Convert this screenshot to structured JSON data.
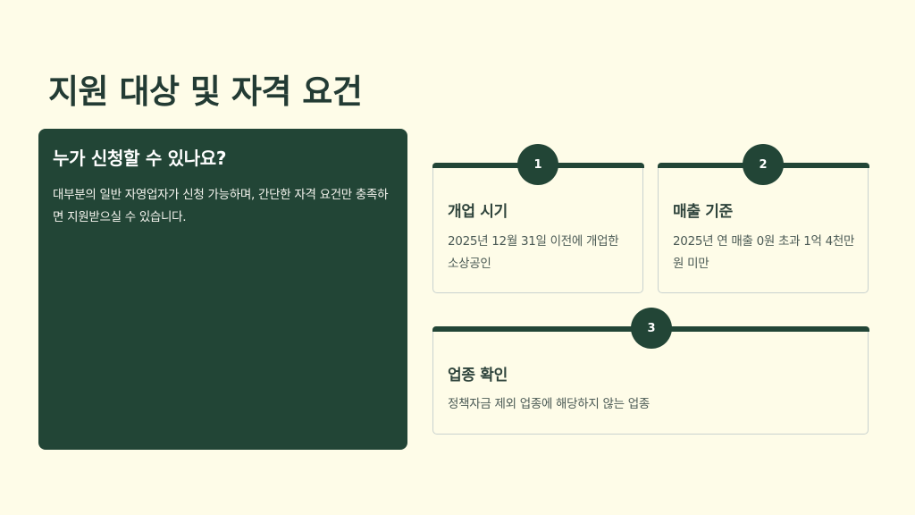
{
  "page": {
    "title": "지원 대상 및 자격 요건"
  },
  "intro": {
    "title": "누가 신청할 수 있나요?",
    "text": "대부분의 일반 자영업자가 신청 가능하며, 간단한 자격 요건만 충족하면 지원받으실 수 있습니다."
  },
  "criteria": [
    {
      "number": "1",
      "title": "개업 시기",
      "text": "2025년 12월 31일 이전에 개업한 소상공인"
    },
    {
      "number": "2",
      "title": "매출 기준",
      "text": "2025년 연 매출 0원 초과 1억 4천만 원 미만"
    },
    {
      "number": "3",
      "title": "업종 확인",
      "text": "정책자금 제외 업종에 해당하지 않는 업종"
    }
  ],
  "colors": {
    "background": "#fefce8",
    "primary": "#224536",
    "title_text": "#233b34",
    "card_border": "#c9d2cf",
    "body_text": "#4b5a55"
  }
}
